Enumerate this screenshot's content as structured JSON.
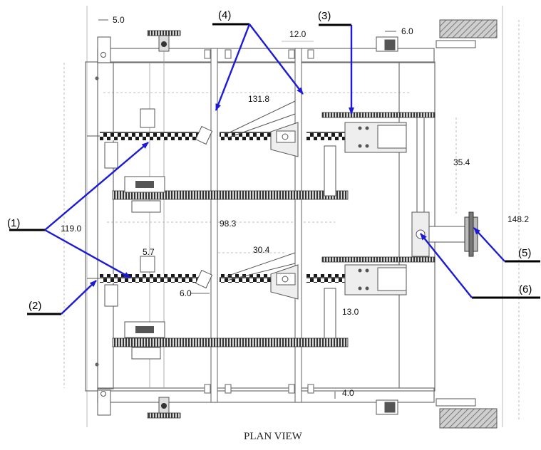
{
  "title": "PLAN VIEW",
  "colors": {
    "arrow": "#1a1ad8",
    "line": "#6e6e6e",
    "chain_dark": "#1a1a1a",
    "belt": "#3a3a3a",
    "hatch": "#777777"
  },
  "callouts": [
    {
      "label": "(1)"
    },
    {
      "label": "(2)"
    },
    {
      "label": "(3)"
    },
    {
      "label": "(4)"
    },
    {
      "label": "(5)"
    },
    {
      "label": "(6)"
    }
  ],
  "dimensions": [
    "5.0",
    "12.0",
    "6.0",
    "131.8",
    "35.4",
    "148.2",
    "119.0",
    "98.3",
    "5.7",
    "30.4",
    "6.0",
    "13.0",
    "4.0"
  ]
}
